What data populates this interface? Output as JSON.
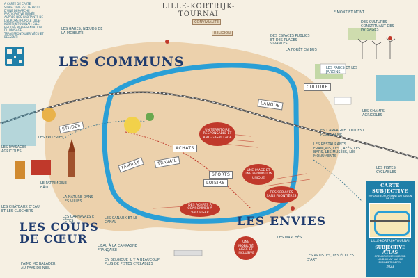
{
  "map": {
    "title": "LILLE-KORTRIJK-TOURNAI",
    "intro": "A CARTE DE CARTE SUBJECTIVE EST LE FRUIT D'UNE DÉMARCHE PARTICIPATIVE MENÉE AUPRÈS DES HABITANTS DE L'EUROMÉTROPOLE LILLE-KORTRIJK-TOURNAI ; ELLE EST UNE REPRÉSENTATION DU PAYSAGE TRANSFRONTALIER VÉCU ET RESSENTI.",
    "sections": {
      "communs": "LES COMMUNS",
      "coups": "LES COUPS DE CŒUR",
      "envies": "LES ENVIES"
    },
    "banners": {
      "etudes": "ÉTUDES",
      "famille": "FAMILLE",
      "travail": "TRAVAIL",
      "achats": "ACHATS",
      "sports": "SPORTS",
      "loisirs": "LOISIRS",
      "langue": "LANGUE",
      "culture": "CULTURE"
    },
    "bubbles": {
      "territoire": "UN TERRITOIRE RESPONSABLE ET ANTI-GASPILLAGE",
      "image": "UNE IMAGE ET UNE PROMOTION UNIQUE",
      "services": "DES SERVICES SANS FRONTIÈRES",
      "achats": "DES ACHATS À CONSOMMER À VALORISER",
      "mobilite": "UNE MOBILITÉ AISÉE ET INCLUSIVE"
    },
    "signs": {
      "convivialite": "CONVIVIALITÉ",
      "religion": "RELIGION"
    },
    "labels": {
      "gares": "LES GARES, NŒUDS DE LA MOBILITÉ",
      "monts": "LE MONT ET MONT",
      "espaces": "DES ESPACES PUBLICS ET DES PLACES VIVANTES",
      "foret": "LA FORÊT EN BUS",
      "cultures": "DES CULTURES CONSTITUANT DES PAYSAGES",
      "friterie": "LES FRITERIES",
      "patrimoine": "LE PATRIMOINE BÂTI",
      "chateaux": "LES CHÂTEAUX D'EAU ET LES CLOCHERS",
      "nature": "LA NATURE DANS LES VILLES",
      "canal": "LES CANAUX ET LE CANAL",
      "carnaval": "LES CARNAVALS ET FÊTES",
      "campagne": "L'EAU À LA CAMPAGNE FRANÇAISE",
      "belgique": "EN BELGIQUE IL Y A BEAUCOUP PLUS DE PISTES CYCLABLES",
      "balade": "J'AIME ME BALADER AU PAYS DE NIEL",
      "restaurants": "LES RESTAURANTS FRANÇAIS, LES CAFÉS, LES BARS, LES MUSÉES, LES MONUMENTS",
      "artistes": "LES ARTISTES, LES ÉCOLES D'ART",
      "champs": "LES CHAMPS AGRICOLES",
      "campagne2": "EN CAMPAGNE TOUT EST PLUS CALME",
      "marches": "LES MARCHÉS",
      "parcs": "LES PARCS ET LES JARDINS",
      "pistes": "LES PISTES CYCLABLES",
      "paysages": "LES PAYSAGES AGRICOLES"
    },
    "card": {
      "title": "CARTE SUBJECTIVE",
      "subtitle": "PAYSAGE EUROPÉENNE DU BASSIN DE VIE",
      "place": "LILLE-KORTRIJK-TOURNAI",
      "atlas": "SUBJECTIVE ATLAS",
      "atlas_sub": "GRENSOVERSCHRIJDEND LANDSCHAP VAN DE EUROMETROPOOL",
      "year": "2023"
    }
  },
  "colors": {
    "road": "#2a9fd6",
    "blob": "#e8c79a",
    "accent": "#c0392b",
    "title": "#1f3b6e",
    "card": "#1f7fa8"
  }
}
